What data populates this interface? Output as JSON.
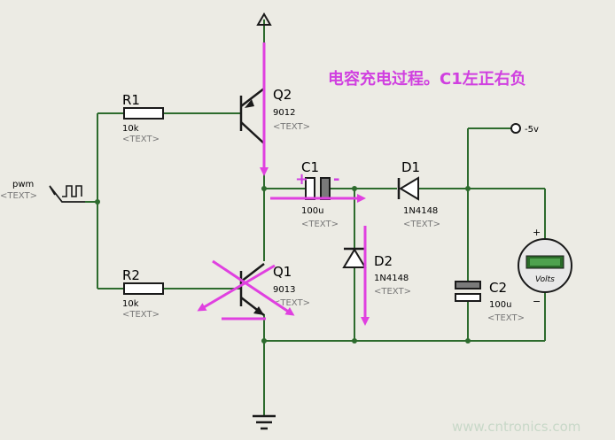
{
  "annotation": "电容充电过程。C1左正右负",
  "watermark": "www.cntronics.com",
  "source": {
    "label": "pwm",
    "text": "<TEXT>"
  },
  "supply": {
    "label": "-5v"
  },
  "components": {
    "R1": {
      "name": "R1",
      "value": "10k",
      "text": "<TEXT>"
    },
    "R2": {
      "name": "R2",
      "value": "10k",
      "text": "<TEXT>"
    },
    "Q2": {
      "name": "Q2",
      "value": "9012",
      "text": "<TEXT>"
    },
    "Q1": {
      "name": "Q1",
      "value": "9013",
      "text": "<TEXT>"
    },
    "C1": {
      "name": "C1",
      "value": "100u",
      "text": "<TEXT>",
      "plus": "+",
      "minus": "-"
    },
    "D1": {
      "name": "D1",
      "value": "1N4148",
      "text": "<TEXT>"
    },
    "D2": {
      "name": "D2",
      "value": "1N4148",
      "text": "<TEXT>"
    },
    "C2": {
      "name": "C2",
      "value": "100u",
      "text": "<TEXT>"
    }
  },
  "voltmeter": {
    "unit": "Volts",
    "plus": "+",
    "minus": "−"
  },
  "colors": {
    "wire": "#2d6b2d",
    "annotation": "#d040e0",
    "background": "#ecebe4"
  }
}
